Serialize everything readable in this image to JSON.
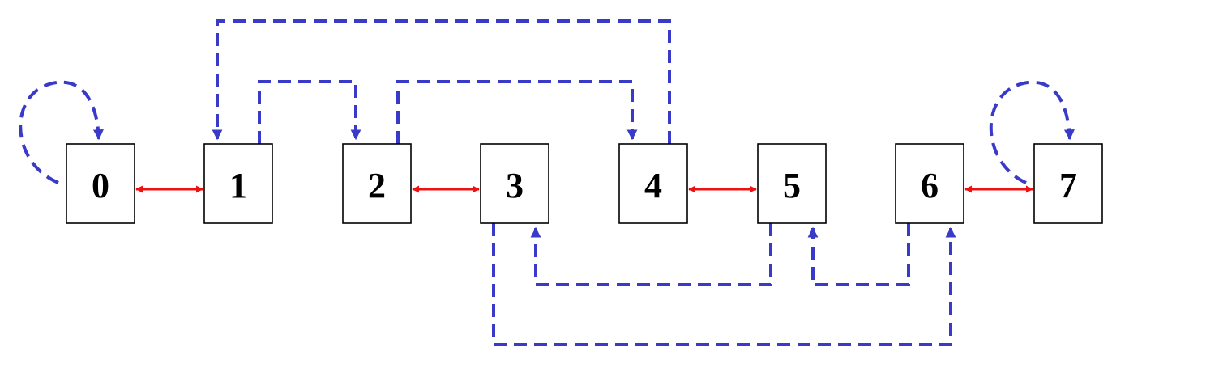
{
  "diagram": {
    "colors": {
      "solid_edge": "#ee1111",
      "dashed_edge": "#3a3ac8",
      "node_border": "#000000",
      "node_fill": "#ffffff",
      "label": "#000000"
    },
    "nodes": [
      {
        "id": "0",
        "label": "0"
      },
      {
        "id": "1",
        "label": "1"
      },
      {
        "id": "2",
        "label": "2"
      },
      {
        "id": "3",
        "label": "3"
      },
      {
        "id": "4",
        "label": "4"
      },
      {
        "id": "5",
        "label": "5"
      },
      {
        "id": "6",
        "label": "6"
      },
      {
        "id": "7",
        "label": "7"
      }
    ],
    "solid_edges": [
      {
        "a": "0",
        "b": "1",
        "style": "double-arrow"
      },
      {
        "a": "2",
        "b": "3",
        "style": "double-arrow"
      },
      {
        "a": "4",
        "b": "5",
        "style": "double-arrow"
      },
      {
        "a": "6",
        "b": "7",
        "style": "double-arrow"
      }
    ],
    "dashed_edges": [
      {
        "from": "0",
        "to": "0",
        "style": "self-loop"
      },
      {
        "from": "7",
        "to": "7",
        "style": "self-loop"
      },
      {
        "from": "4",
        "to": "1",
        "style": "over-top"
      },
      {
        "from": "1",
        "to": "2",
        "style": "over-top"
      },
      {
        "from": "2",
        "to": "4",
        "style": "over-top"
      },
      {
        "from": "5",
        "to": "3",
        "style": "under-bottom"
      },
      {
        "from": "6",
        "to": "5",
        "style": "under-bottom"
      },
      {
        "from": "3",
        "to": "6",
        "style": "under-bottom"
      }
    ]
  }
}
